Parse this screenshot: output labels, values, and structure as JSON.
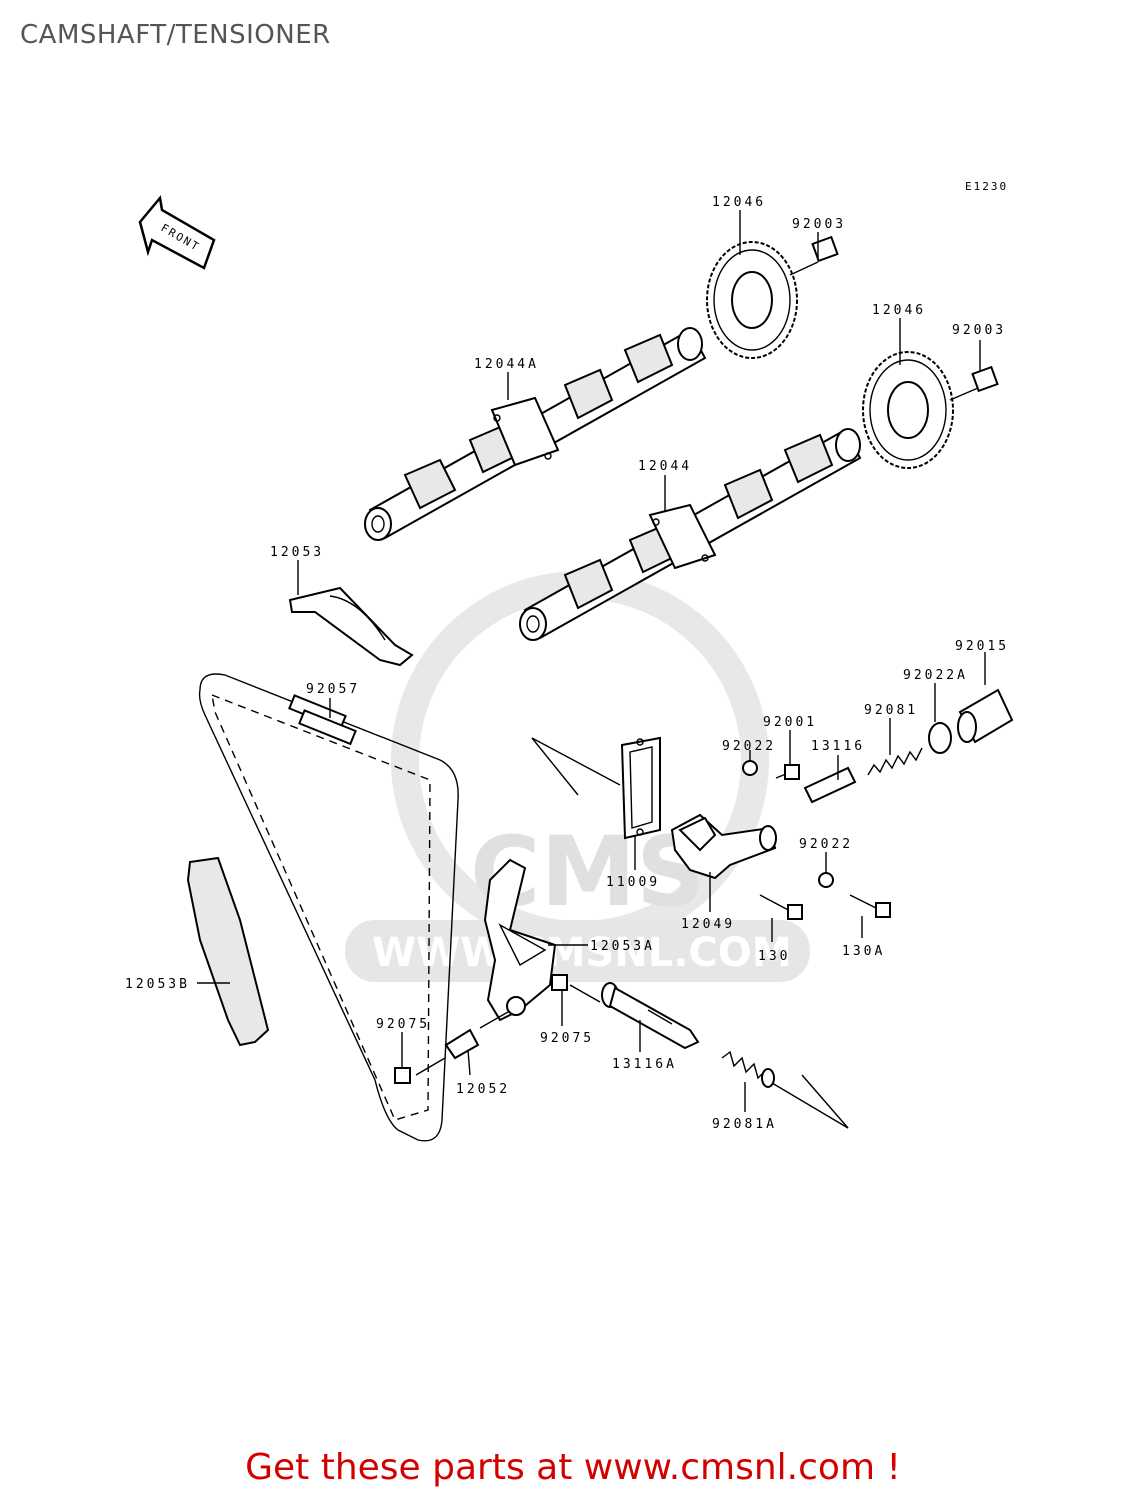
{
  "title": "CAMSHAFT/TENSIONER",
  "ref_code": "E1230",
  "front_label": "FRONT",
  "watermark": {
    "brand": "CMS",
    "url": "WWW.CMSNL.COM"
  },
  "cta": "Get these parts at www.cmsnl.com !",
  "parts": {
    "p12046_a": "12046",
    "p92003_a": "92003",
    "p12046_b": "12046",
    "p92003_b": "92003",
    "p12044A": "12044A",
    "p12044": "12044",
    "p12053": "12053",
    "p92015": "92015",
    "p92022A": "92022A",
    "p92057": "92057",
    "p92081": "92081",
    "p92001": "92001",
    "p13116": "13116",
    "p92022_a": "92022",
    "p92022_b": "92022",
    "p11009": "11009",
    "p12049": "12049",
    "p130": "130",
    "p130A": "130A",
    "p12053A": "12053A",
    "p12053B": "12053B",
    "p92075_a": "92075",
    "p92075_b": "92075",
    "p13116A": "13116A",
    "p12052": "12052",
    "p92081A": "92081A"
  }
}
